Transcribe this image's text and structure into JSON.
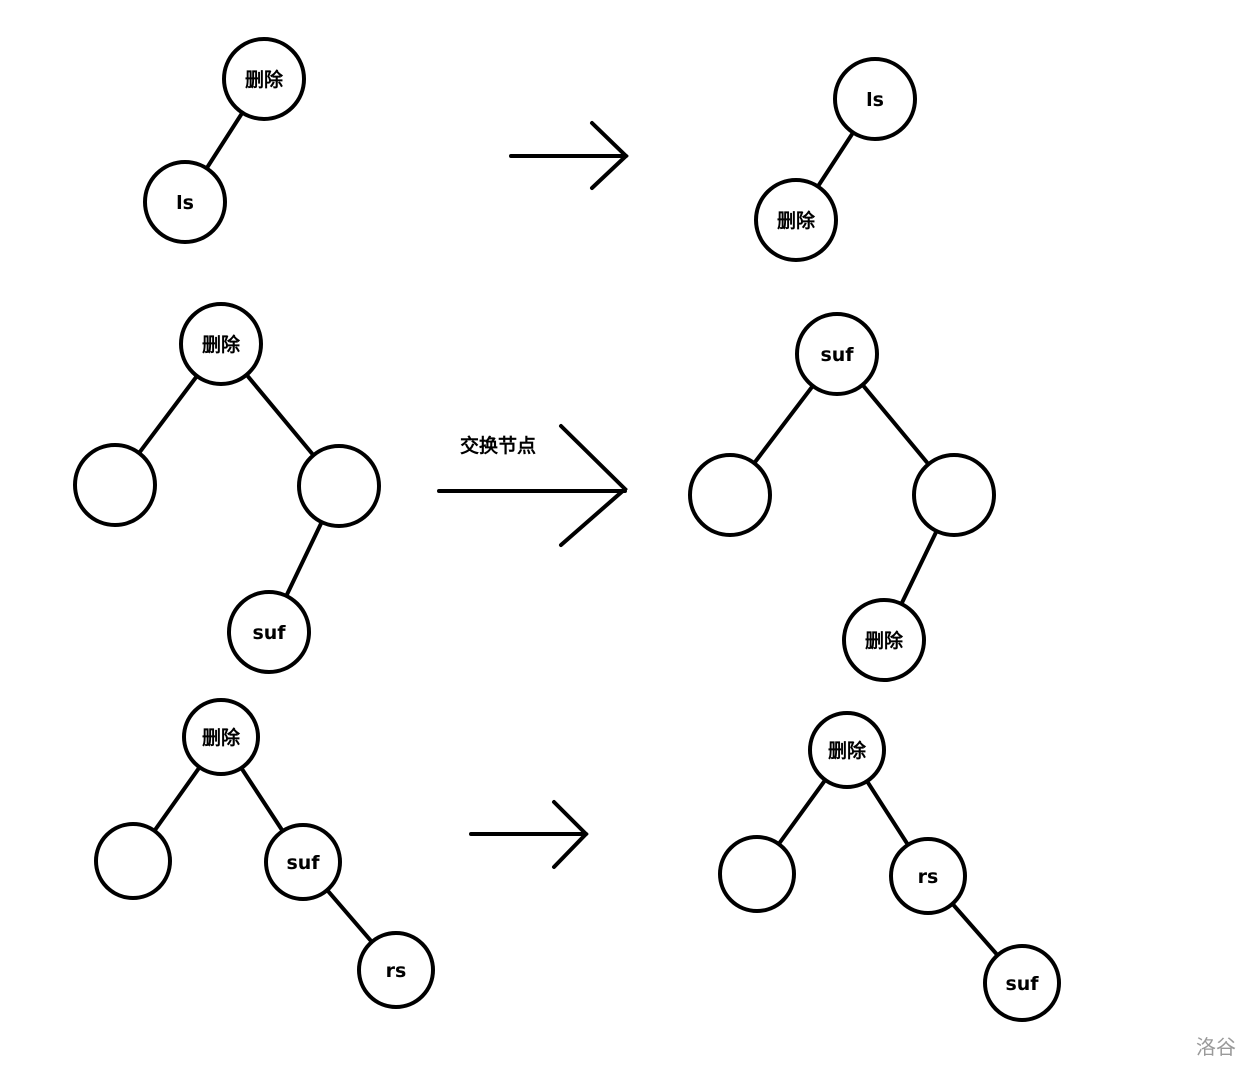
{
  "labels": {
    "delete": "删除",
    "ls": "ls",
    "suf": "suf",
    "rs": "rs",
    "swap": "交换节点",
    "blank": ""
  },
  "watermark": "洛谷",
  "diagrams": [
    {
      "name": "case-1-before",
      "nodes": [
        {
          "id": "a",
          "label": "delete"
        },
        {
          "id": "b",
          "label": "ls"
        }
      ],
      "edges": [
        [
          "a",
          "b"
        ]
      ]
    },
    {
      "name": "case-1-after",
      "nodes": [
        {
          "id": "a",
          "label": "ls"
        },
        {
          "id": "b",
          "label": "delete"
        }
      ],
      "edges": [
        [
          "a",
          "b"
        ]
      ]
    },
    {
      "name": "case-2-before",
      "nodes": [
        {
          "id": "a",
          "label": "delete"
        },
        {
          "id": "b",
          "label": "blank"
        },
        {
          "id": "c",
          "label": "blank"
        },
        {
          "id": "d",
          "label": "suf"
        }
      ],
      "edges": [
        [
          "a",
          "b"
        ],
        [
          "a",
          "c"
        ],
        [
          "c",
          "d"
        ]
      ]
    },
    {
      "name": "case-2-after",
      "nodes": [
        {
          "id": "a",
          "label": "suf"
        },
        {
          "id": "b",
          "label": "blank"
        },
        {
          "id": "c",
          "label": "blank"
        },
        {
          "id": "d",
          "label": "delete"
        }
      ],
      "edges": [
        [
          "a",
          "b"
        ],
        [
          "a",
          "c"
        ],
        [
          "c",
          "d"
        ]
      ]
    },
    {
      "name": "case-3-before",
      "nodes": [
        {
          "id": "a",
          "label": "delete"
        },
        {
          "id": "b",
          "label": "blank"
        },
        {
          "id": "c",
          "label": "suf"
        },
        {
          "id": "d",
          "label": "rs"
        }
      ],
      "edges": [
        [
          "a",
          "b"
        ],
        [
          "a",
          "c"
        ],
        [
          "c",
          "d"
        ]
      ]
    },
    {
      "name": "case-3-after",
      "nodes": [
        {
          "id": "a",
          "label": "delete"
        },
        {
          "id": "b",
          "label": "blank"
        },
        {
          "id": "c",
          "label": "rs"
        },
        {
          "id": "d",
          "label": "suf"
        }
      ],
      "edges": [
        [
          "a",
          "b"
        ],
        [
          "a",
          "c"
        ],
        [
          "c",
          "d"
        ]
      ]
    }
  ],
  "arrows": [
    {
      "name": "arrow-case-1",
      "label": ""
    },
    {
      "name": "arrow-case-2",
      "label": "swap"
    },
    {
      "name": "arrow-case-3",
      "label": ""
    }
  ]
}
